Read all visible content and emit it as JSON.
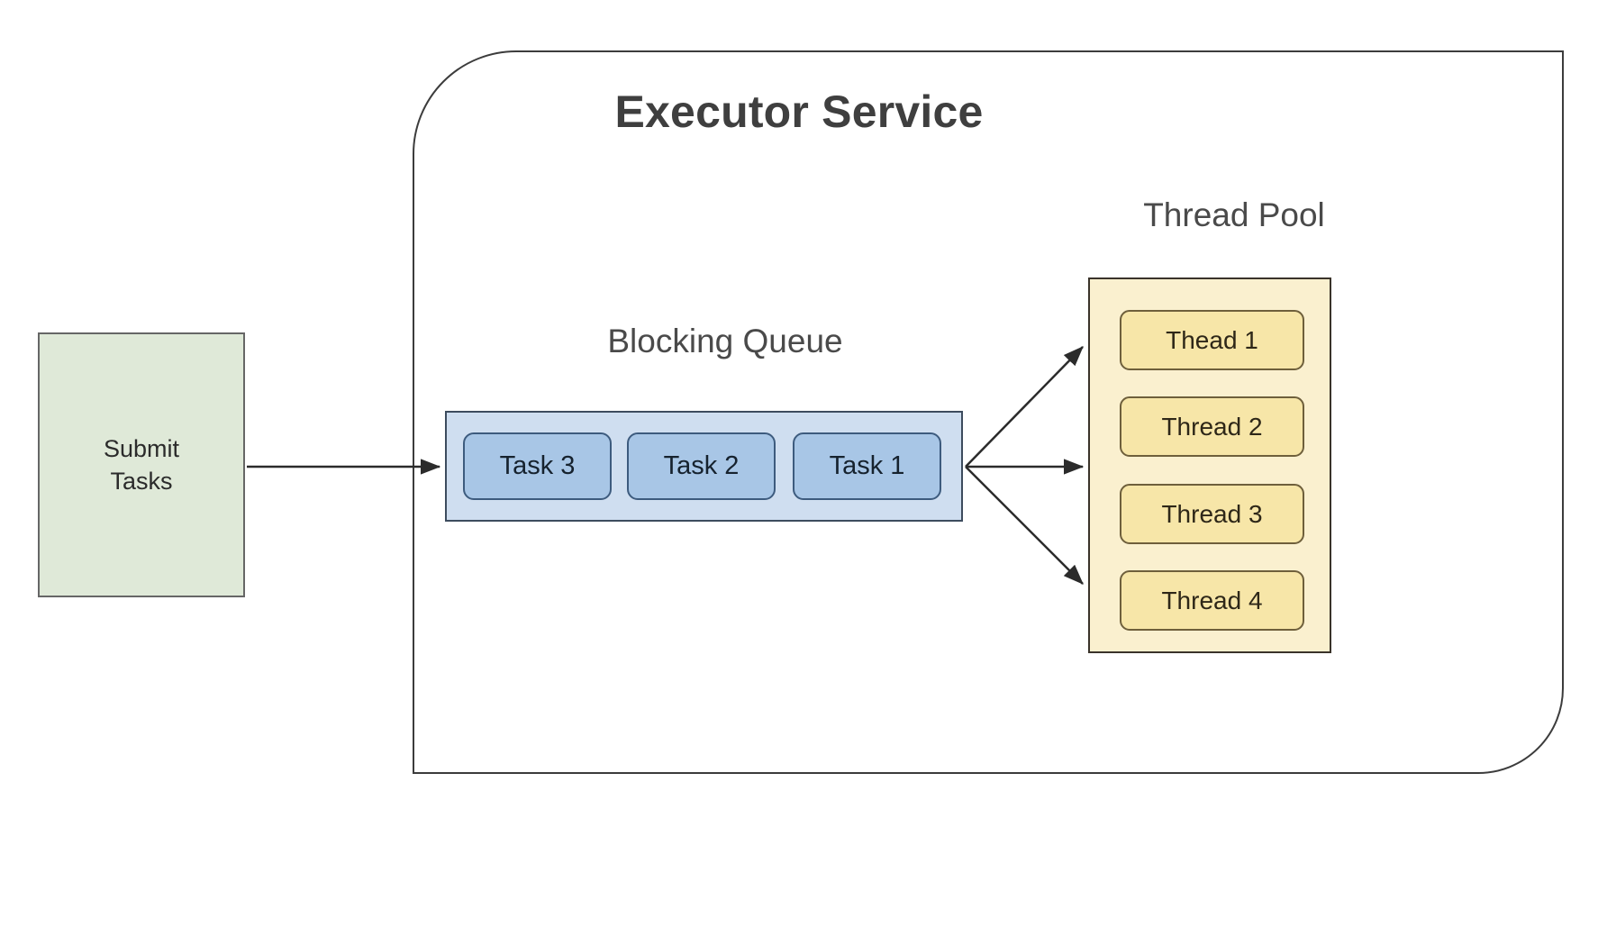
{
  "diagram": {
    "title": "Executor Service",
    "submit": {
      "line1": "Submit",
      "line2": "Tasks"
    },
    "queue": {
      "title": "Blocking Queue",
      "tasks": [
        {
          "label": "Task 3"
        },
        {
          "label": "Task 2"
        },
        {
          "label": "Task 1"
        }
      ]
    },
    "pool": {
      "title": "Thread Pool",
      "threads": [
        {
          "label": "Thead 1"
        },
        {
          "label": "Thread 2"
        },
        {
          "label": "Thread 3"
        },
        {
          "label": "Thread 4"
        }
      ]
    },
    "colors": {
      "submit_fill": "#dfe9d8",
      "submit_stroke": "#666666",
      "queue_fill": "#cfdef0",
      "queue_stroke": "#3d4c5e",
      "task_fill": "#a8c6e6",
      "task_stroke": "#3d5b7e",
      "pool_fill": "#faf0cf",
      "pool_stroke": "#3a332a",
      "thread_fill": "#f7e6a8",
      "thread_stroke": "#6e5f3b",
      "container_stroke": "#3c3c3c",
      "text": "#3f3f3f",
      "background": "#ffffff"
    }
  }
}
